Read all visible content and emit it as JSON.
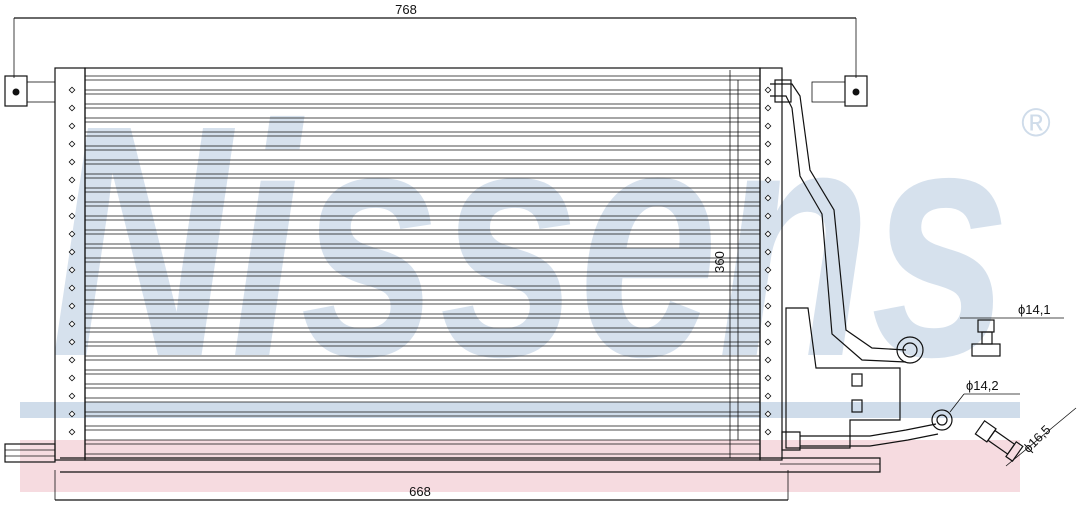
{
  "watermark": {
    "brand": "Nissens",
    "registered_mark": "®",
    "colors": {
      "blue": "#cfdcea",
      "pink": "#f6dbe0"
    }
  },
  "dimensions": {
    "overall_width": "768",
    "core_width": "668",
    "core_height": "360",
    "fitting_1": "ϕ14,1",
    "fitting_2": "ϕ14,2",
    "fitting_3": "ϕ16,5"
  }
}
